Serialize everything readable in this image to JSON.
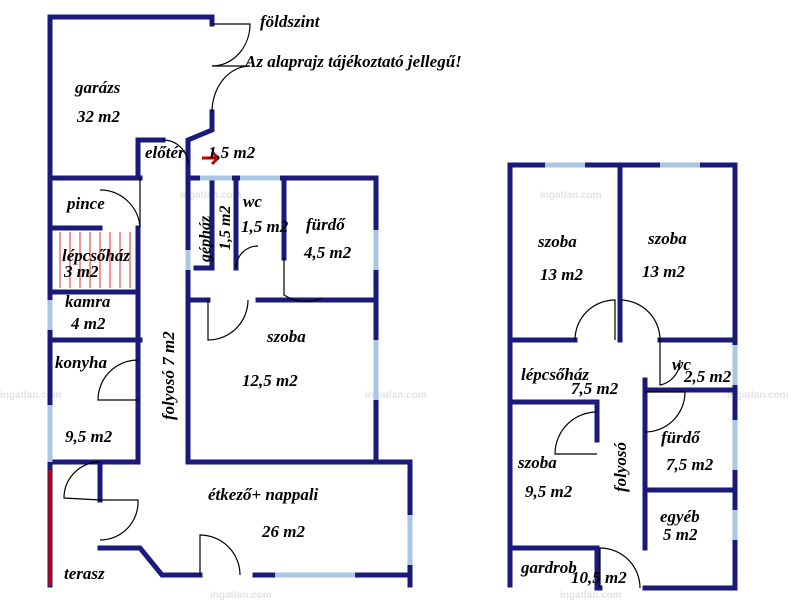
{
  "header": {
    "level": "földszint",
    "note": "Az alaprajz tájékoztató jellegű!"
  },
  "watermark": "ingatlan.com",
  "colors": {
    "wall": "#1a1a7a",
    "window": "#a9c7e3",
    "stairs": "#e03030",
    "property_line": "#cc0000"
  },
  "ground_floor": [
    {
      "name": "garázs",
      "area": "32 m2"
    },
    {
      "name": "előtér",
      "area": "1,5 m2"
    },
    {
      "name": "pince",
      "area": ""
    },
    {
      "name": "lépcsőház",
      "area": "3 m2"
    },
    {
      "name": "kamra",
      "area": "4 m2"
    },
    {
      "name": "konyha",
      "area": "9,5 m2"
    },
    {
      "name": "folyosó 7 m2",
      "area": ""
    },
    {
      "name": "gépház",
      "area": "1,5 m2"
    },
    {
      "name": "wc",
      "area": "1,5 m2"
    },
    {
      "name": "fürdő",
      "area": "4,5 m2"
    },
    {
      "name": "szoba",
      "area": "12,5 m2"
    },
    {
      "name": "étkező+ nappali",
      "area": "26 m2"
    },
    {
      "name": "terasz",
      "area": ""
    }
  ],
  "upper_floor": [
    {
      "name": "szoba",
      "area": "13 m2"
    },
    {
      "name": "szoba",
      "area": "13 m2"
    },
    {
      "name": "lépcsőház",
      "area": "7,5 m2"
    },
    {
      "name": "wc",
      "area": "2,5 m2"
    },
    {
      "name": "szoba",
      "area": "9,5 m2"
    },
    {
      "name": "folyosó",
      "area": ""
    },
    {
      "name": "fürdő",
      "area": "7,5 m2"
    },
    {
      "name": "egyéb",
      "area": "5 m2"
    },
    {
      "name": "gardrob",
      "area": "10,5 m2"
    }
  ]
}
